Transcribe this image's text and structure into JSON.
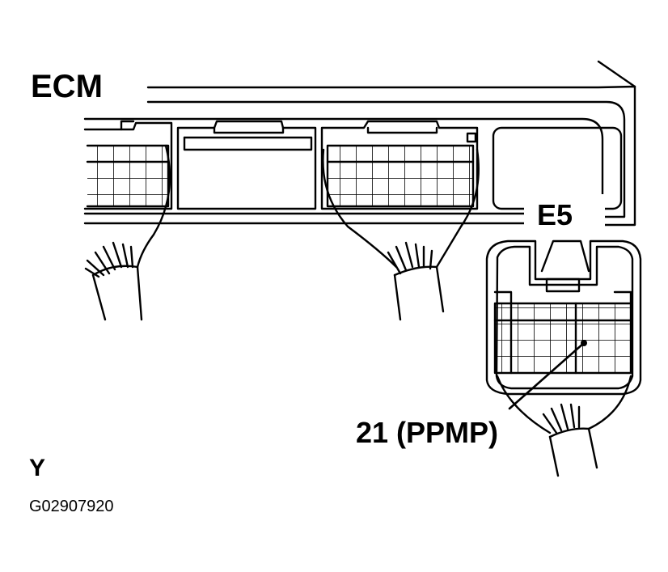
{
  "labels": {
    "ecm": "ECM",
    "connector": "E5",
    "pin": "21 (PPMP)",
    "view": "Y",
    "figure_id": "G02907920"
  },
  "colors": {
    "line": "#000000",
    "background": "#ffffff"
  }
}
